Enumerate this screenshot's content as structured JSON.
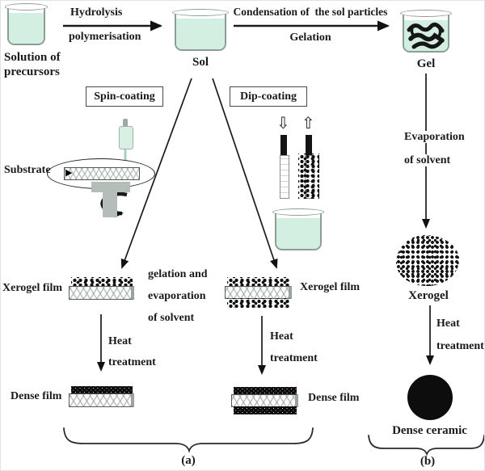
{
  "colors": {
    "liquid": "#d3efe1",
    "outline": "#8b9d94",
    "ink": "#1a1a1a"
  },
  "top": {
    "precursors_label_1": "Solution of",
    "precursors_label_2": "precursors",
    "step1_line1": "Hydrolysis",
    "step1_line2": "polymerisation",
    "sol_label": "Sol",
    "step2_line1": "Condensation of  the sol particles",
    "step2_line2": "Gelation",
    "gel_label": "Gel"
  },
  "coating": {
    "spin_label": "Spin-coating",
    "dip_label": "Dip-coating",
    "substrate_label": "Substrate"
  },
  "left_branch": {
    "xerogel_film_label": "Xerogel film",
    "heat_line1": "Heat",
    "heat_line2": "treatment",
    "dense_film_label": "Dense film"
  },
  "mid_branch": {
    "note_line1": "gelation and",
    "note_line2": "evaporation",
    "note_line3": "of solvent",
    "xerogel_film_label": "Xerogel film",
    "heat_line1": "Heat",
    "heat_line2": "treatment",
    "dense_film_label": "Dense film"
  },
  "right_branch": {
    "evap_line1": "Evaporation",
    "evap_line2": "of solvent",
    "xerogel_label": "Xerogel",
    "heat_line1": "Heat",
    "heat_line2": "treatment",
    "dense_ceramic_label": "Dense ceramic"
  },
  "captions": {
    "a": "(a)",
    "b": "(b)"
  }
}
